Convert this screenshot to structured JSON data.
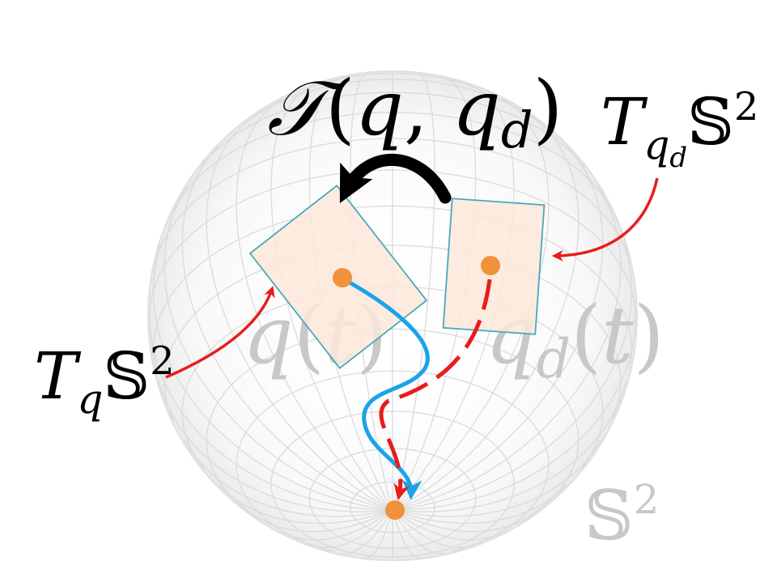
{
  "labels": {
    "transport": {
      "T": "𝒯",
      "open": "(",
      "q": "q",
      "comma": ",",
      "qd_base": "q",
      "qd_sub": "d",
      "close": ")"
    },
    "tangent_qd": {
      "T": "T",
      "sub_q": "q",
      "sub_d": "d",
      "S": "𝕊",
      "exp": "2"
    },
    "tangent_q": {
      "T": "T",
      "sub_q": "q",
      "S": "𝕊",
      "exp": "2"
    },
    "traj_q": {
      "q": "q",
      "open": "(",
      "t": "t",
      "close": ")"
    },
    "traj_qd": {
      "q": "q",
      "sub": "d",
      "open": "(",
      "t": "t",
      "close": ")"
    },
    "manifold": {
      "S": "𝕊",
      "exp": "2"
    }
  },
  "colors": {
    "sphere_grid": "#d8d8d8",
    "plane_fill": "#fbe8d8",
    "plane_stroke": "#4aa7c0",
    "point": "#f0923a",
    "trajectory_q": "#1aa3e8",
    "trajectory_qd": "#e81c1c",
    "pointer_arrow": "#e81c1c",
    "transport_arrow": "#000000",
    "faded_text": "#c8c8c8",
    "text": "#000000"
  }
}
